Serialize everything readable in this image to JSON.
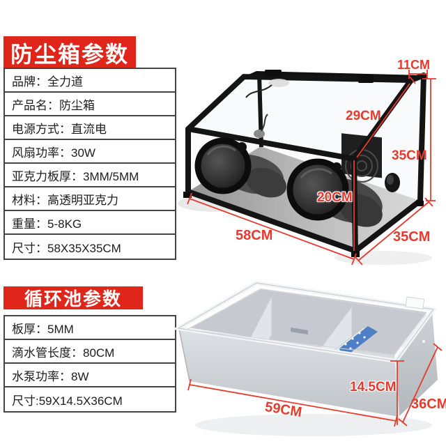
{
  "colors": {
    "badge_red": "#e0251b",
    "dimension_red": "#e73a2e"
  },
  "dustbox": {
    "header": "防尘箱参数",
    "rows": [
      "品牌：全力道",
      "产品名：防尘箱",
      "电源方式：直流电",
      "风扇功率：30W",
      "亚克力板厚：3MM/5MM",
      "材料：高透明亚克力",
      "重量：5-8KG",
      "尺寸：58X35X35CM"
    ],
    "dims": {
      "top_depth": "11CM",
      "slant": "29CM",
      "back_height": "35CM",
      "front_height": "20CM",
      "width": "58CM",
      "side_depth": "35CM"
    }
  },
  "pool": {
    "header": "循环池参数",
    "rows": [
      "板厚：5MM",
      "滴水管长度：80CM",
      "水泵功率：8W",
      "尺寸:59X14.5X36CM"
    ],
    "dims": {
      "height": "14.5CM",
      "width": "59CM",
      "depth": "36CM"
    }
  }
}
